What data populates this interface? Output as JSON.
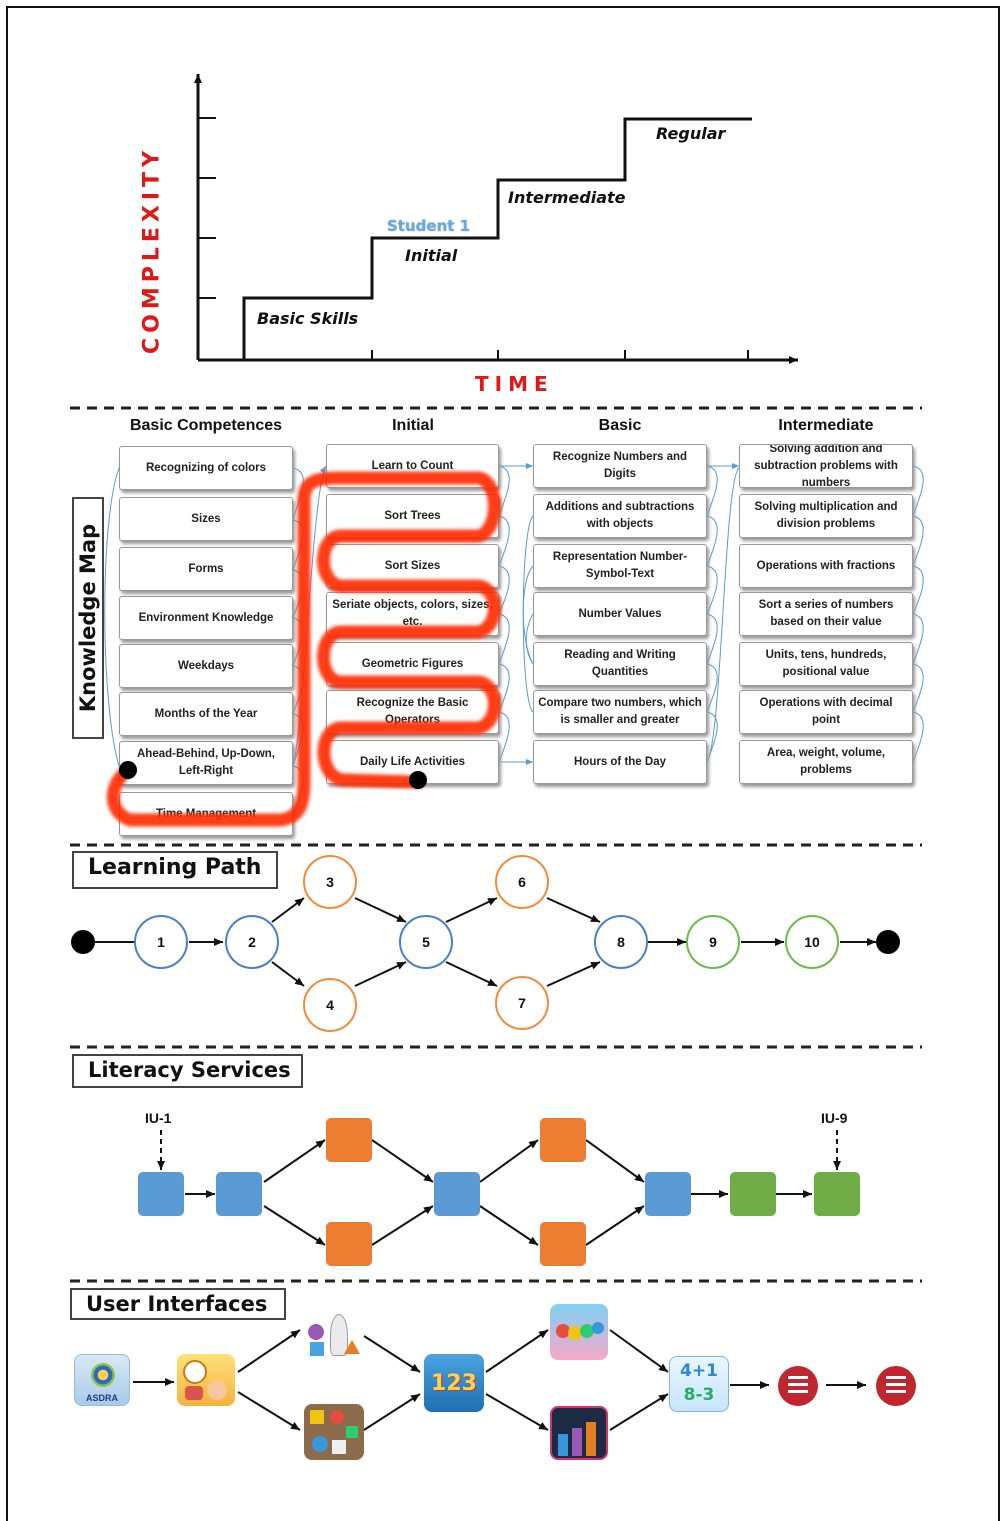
{
  "stair_chart": {
    "y_label": "COMPLEXITY",
    "x_label": "TIME",
    "levels": [
      "Basic Skills",
      "Initial",
      "Intermediate",
      "Regular"
    ],
    "student": "Student 1"
  },
  "knowledge_map": {
    "label": "Knowledge Map",
    "columns": [
      {
        "header": "Basic Competences",
        "items": [
          "Recognizing of colors",
          "Sizes",
          "Forms",
          "Environment Knowledge",
          "Weekdays",
          "Months of the Year",
          "Ahead-Behind, Up-Down, Left-Right",
          "Time Management"
        ]
      },
      {
        "header": "Initial",
        "items": [
          "Learn to Count",
          "Sort Trees",
          "Sort Sizes",
          "Seriate objects, colors, sizes, etc.",
          "Geometric Figures",
          "Recognize the Basic Operators",
          "Daily Life Activities"
        ]
      },
      {
        "header": "Basic",
        "items": [
          "Recognize Numbers and Digits",
          "Additions and subtractions with objects",
          "Representation Number-Symbol-Text",
          "Number Values",
          "Reading and Writing Quantities",
          "Compare two numbers, which is smaller and greater",
          "Hours of the Day"
        ]
      },
      {
        "header": "Intermediate",
        "items": [
          "Solving addition and subtraction problems with numbers",
          "Solving multiplication and division problems",
          "Operations with fractions",
          "Sort a series of numbers based on their value",
          "Units, tens, hundreds, positional value",
          "Operations with decimal point",
          "Area, weight, volume, problems"
        ]
      }
    ]
  },
  "learning_path": {
    "title": "Learning Path",
    "nodes": [
      "1",
      "2",
      "3",
      "4",
      "5",
      "6",
      "7",
      "8",
      "9",
      "10"
    ],
    "colors": {
      "blue": "#4a7fd0",
      "orange": "#f28c3c",
      "green": "#6cbb4a"
    }
  },
  "literacy_services": {
    "title": "Literacy Services",
    "start_label": "IU-1",
    "end_label": "IU-9",
    "colors": {
      "blue": "#5b9bd5",
      "orange": "#ed7d31",
      "green": "#70ad47"
    }
  },
  "user_interfaces": {
    "title": "User Interfaces",
    "logo_text": "ASDRA",
    "app_glyphs": {
      "numbers": "123",
      "math_top": "4+1",
      "math_bottom": "8-3"
    }
  }
}
